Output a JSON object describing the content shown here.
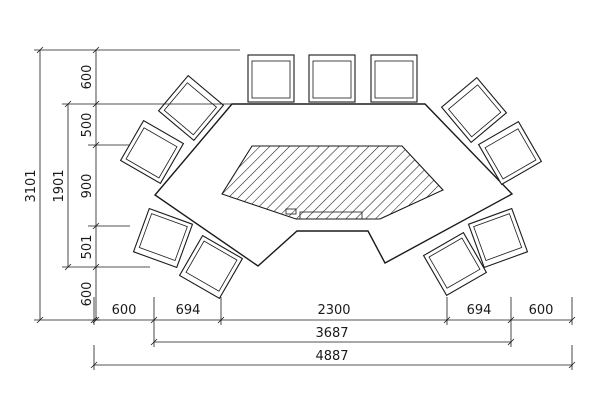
{
  "dimensions": {
    "bottom_row1": [
      "600",
      "694",
      "2300",
      "694",
      "600"
    ],
    "bottom_row2": "3687",
    "bottom_row3": "4887",
    "left_col1": [
      "600",
      "500",
      "900",
      "501",
      "600"
    ],
    "left_col2": "1901",
    "left_col3": "3101"
  },
  "colors": {
    "line": "#1a1a1a",
    "background": "#ffffff"
  }
}
